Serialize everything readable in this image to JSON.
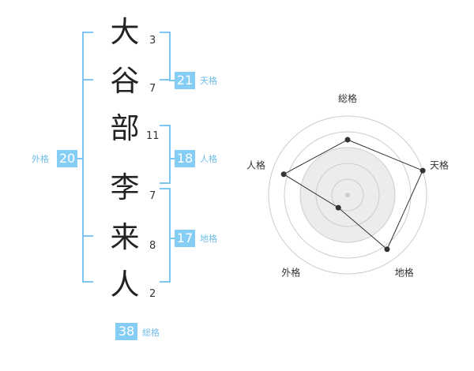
{
  "name": {
    "chars": [
      "大",
      "谷",
      "部",
      "李",
      "来",
      "人"
    ],
    "strokes": [
      "3",
      "7",
      "11",
      "7",
      "8",
      "2"
    ]
  },
  "fortune": {
    "tenkaku": {
      "value": "21",
      "label": "天格"
    },
    "jinkaku": {
      "value": "18",
      "label": "人格"
    },
    "chikaku": {
      "value": "17",
      "label": "地格"
    },
    "gaikaku": {
      "value": "20",
      "label": "外格"
    },
    "soukaku": {
      "value": "38",
      "label": "総格"
    }
  },
  "chart_data": {
    "type": "radar",
    "axes": [
      "総格",
      "天格",
      "地格",
      "外格",
      "人格"
    ],
    "values": [
      0.7,
      1.0,
      0.85,
      0.2,
      0.85
    ],
    "rings": 5,
    "colors": {
      "fill": "#ececec",
      "ring": "#cccccc",
      "line": "#333333",
      "accent": "#86cdf5"
    }
  }
}
